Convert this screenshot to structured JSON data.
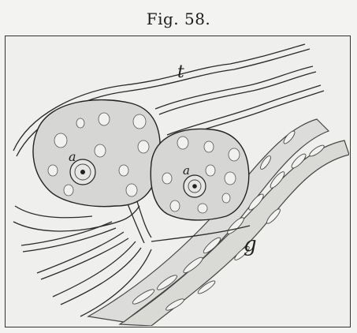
{
  "figure": {
    "title": "Fig. 58.",
    "labels": {
      "t": "t",
      "a_left": "a",
      "a_right": "a",
      "g": "g"
    }
  },
  "colors": {
    "ink": "#1f1f1f",
    "stipple_fill": "#d6d6d4",
    "nucleus_fill": "#e6e6e4",
    "paper": "#efefed"
  }
}
